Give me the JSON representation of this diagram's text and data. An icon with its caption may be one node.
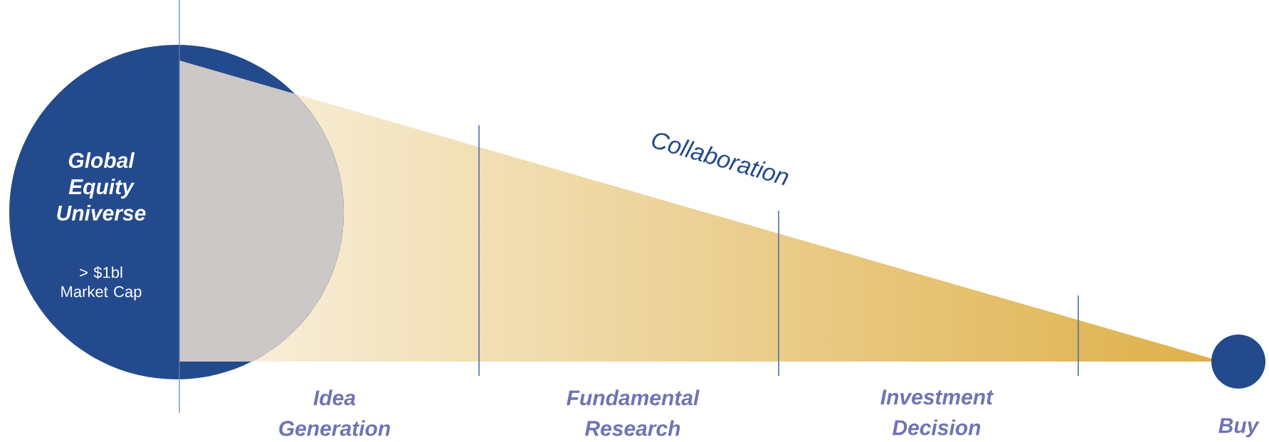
{
  "diagram": {
    "nodes": [
      {
        "text": [
          "Global Equity Universe",
          "> $1bl Market Cap"
        ]
      },
      {
        "text": [],
        "shape": "circle",
        "beside": [
          "Buy"
        ]
      }
    ],
    "labels": [
      "Collaboration",
      "Idea Generation",
      "Fundamental Research",
      "Investment Decision"
    ]
  }
}
